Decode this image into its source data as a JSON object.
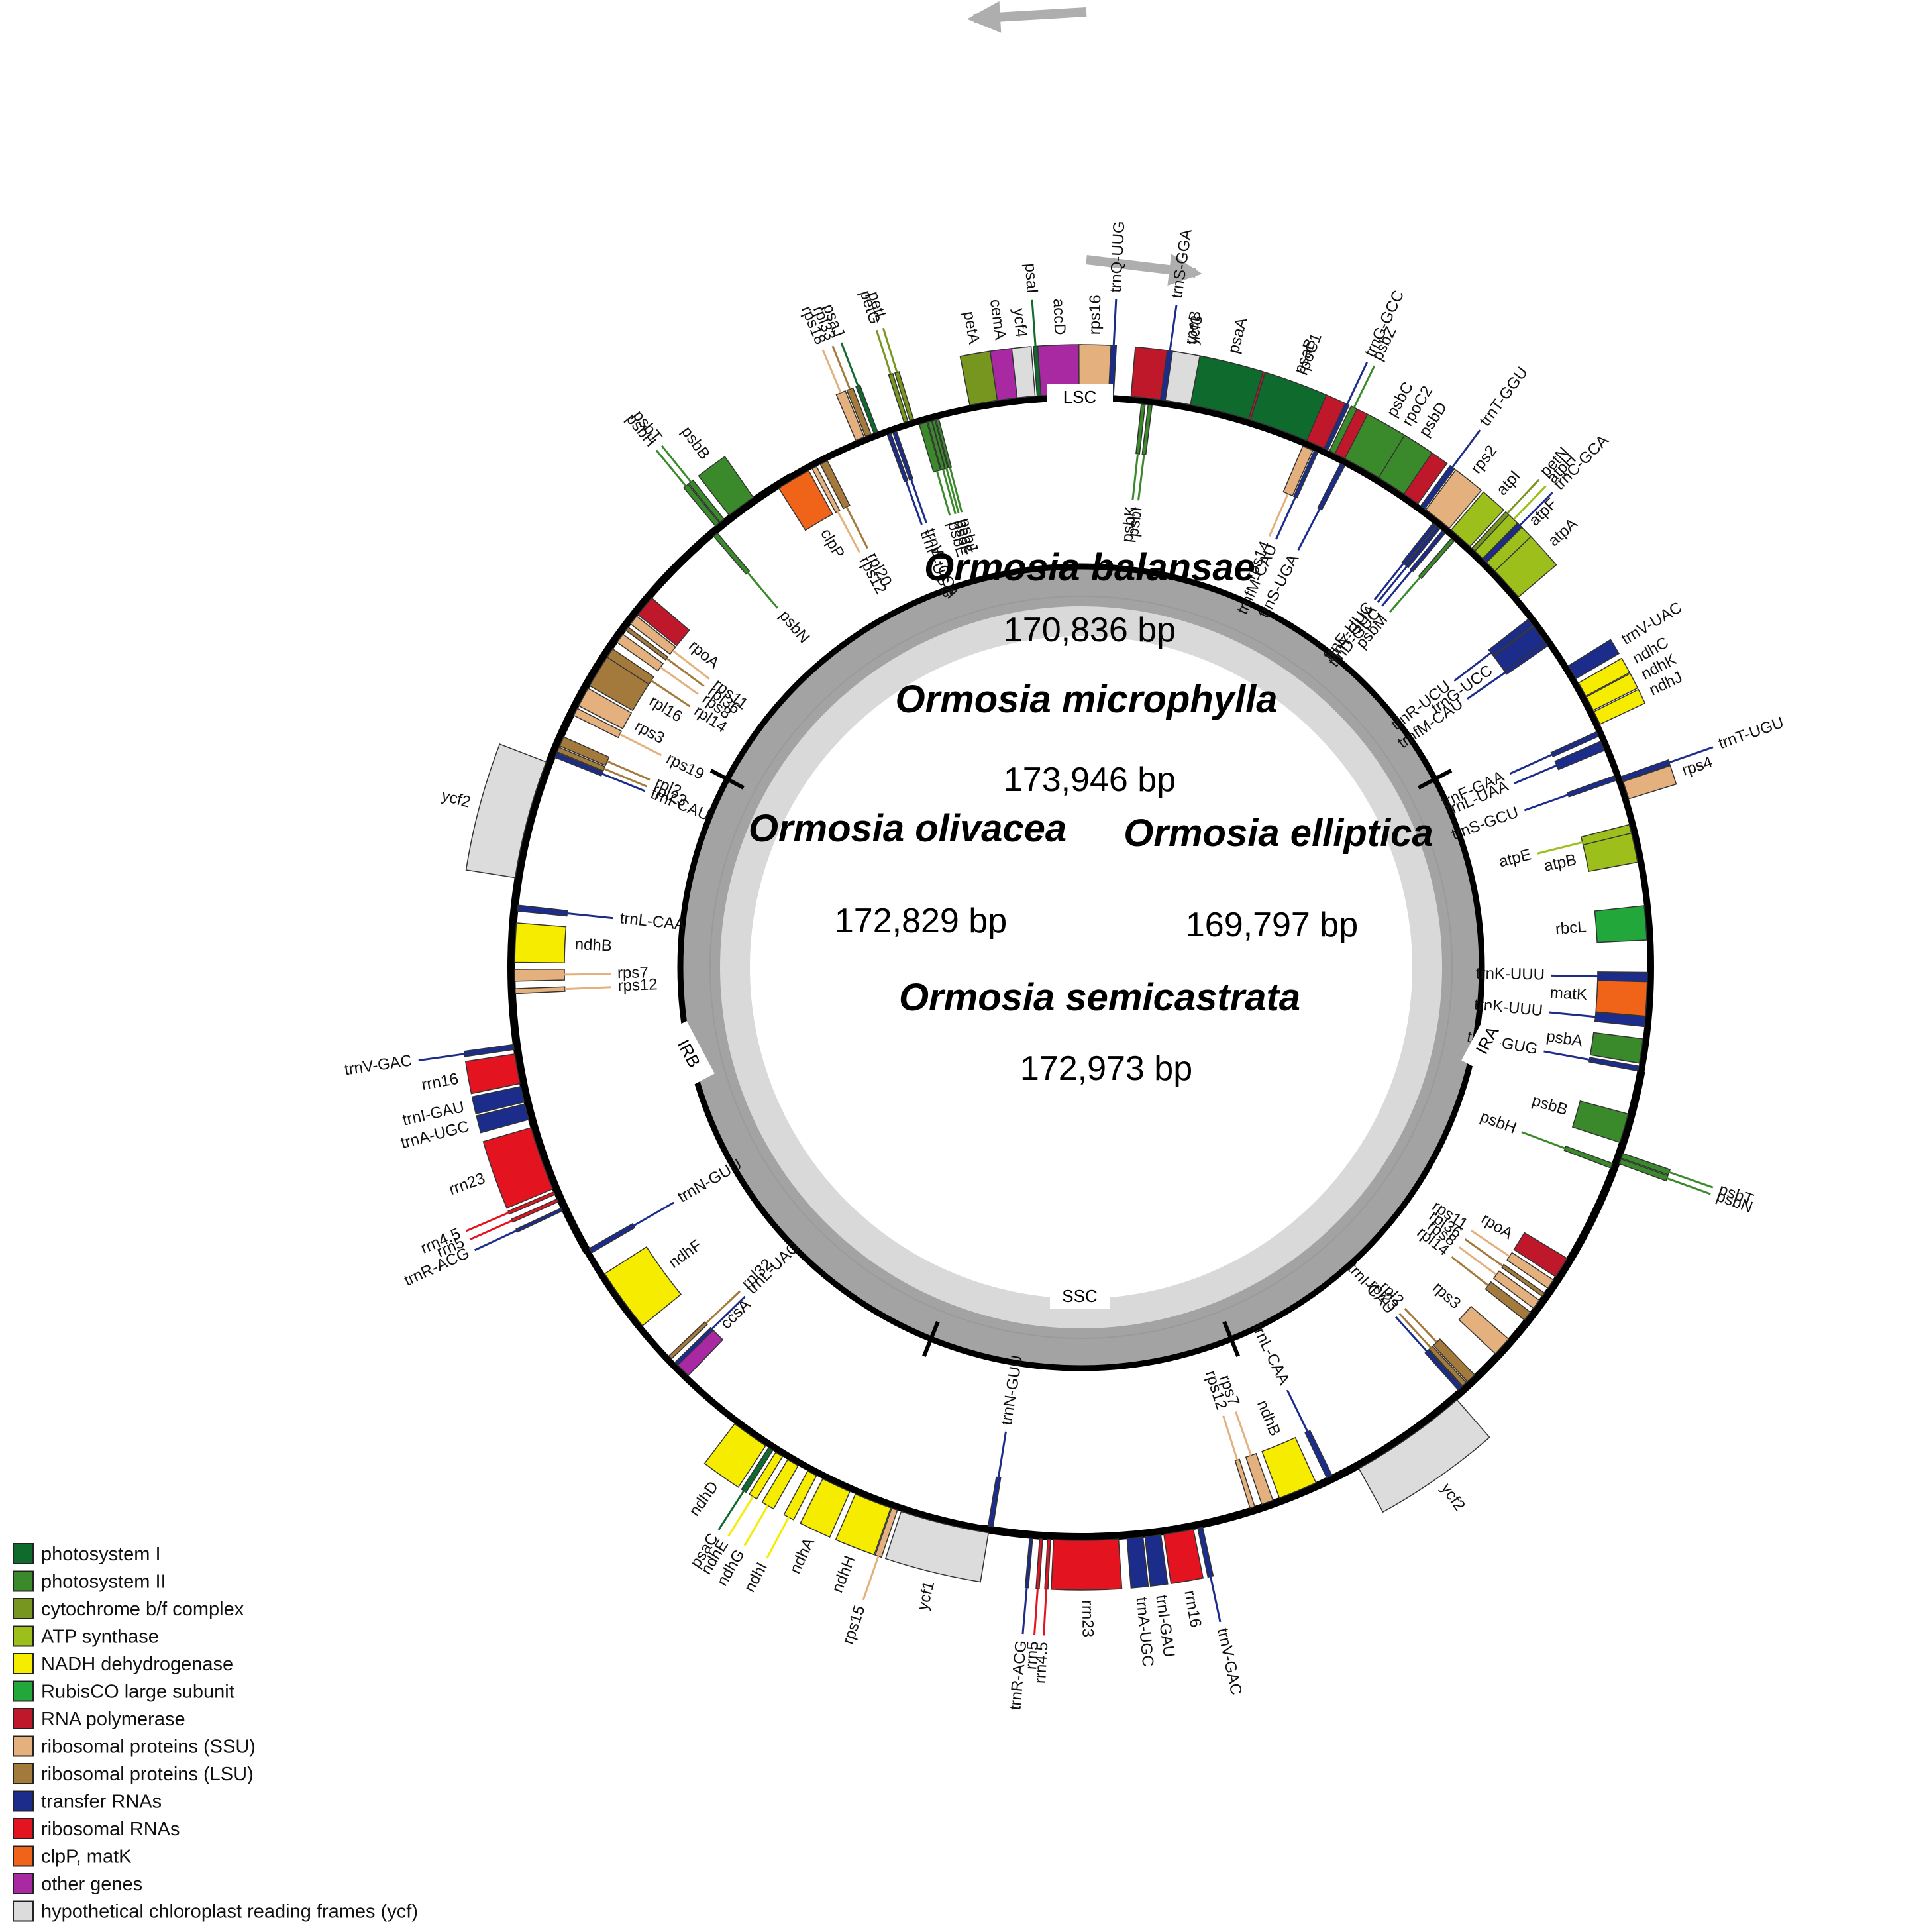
{
  "genomes": [
    {
      "species": "Ormosia balansae",
      "length": "170,836 bp"
    },
    {
      "species": "Ormosia microphylla",
      "length": "173,946 bp"
    },
    {
      "species": "Ormosia olivacea",
      "length": "172,829 bp"
    },
    {
      "species": "Ormosia elliptica",
      "length": "169,797 bp"
    },
    {
      "species": "Ormosia semicastrata",
      "length": "172,973 bp"
    }
  ],
  "regions": [
    "LSC",
    "IRA",
    "SSC",
    "IRB"
  ],
  "categories": {
    "ps1": {
      "label": "photosystem I",
      "color": "#0f6b2d"
    },
    "ps2": {
      "label": "photosystem II",
      "color": "#3a8a2c"
    },
    "cyt": {
      "label": "cytochrome b/f complex",
      "color": "#76961f"
    },
    "atp": {
      "label": "ATP synthase",
      "color": "#9cbf1c"
    },
    "ndh": {
      "label": "NADH dehydrogenase",
      "color": "#f6ec00"
    },
    "rbc": {
      "label": "RubisCO large subunit",
      "color": "#22a83a"
    },
    "rpo": {
      "label": "RNA polymerase",
      "color": "#c0182b"
    },
    "ssu": {
      "label": "ribosomal proteins (SSU)",
      "color": "#e3b07e"
    },
    "lsu": {
      "label": "ribosomal proteins (LSU)",
      "color": "#a47a3c"
    },
    "trna": {
      "label": "transfer RNAs",
      "color": "#1b2c8a"
    },
    "rrna": {
      "label": "ribosomal RNAs",
      "color": "#e3141f"
    },
    "clp": {
      "label": "clpP, matK",
      "color": "#f0641a"
    },
    "oth": {
      "label": "other genes",
      "color": "#a929a3"
    },
    "ycf": {
      "label": "hypothetical chloroplast reading frames (ycf)",
      "color": "#dcdcdc"
    }
  },
  "legend_order": [
    "ps1",
    "ps2",
    "cyt",
    "atp",
    "ndh",
    "rbc",
    "rpo",
    "ssu",
    "lsu",
    "trna",
    "rrna",
    "clp",
    "oth",
    "ycf"
  ],
  "genes": [
    {
      "name": "rpoB",
      "cat": "rpo",
      "a": 10,
      "w": 10.0,
      "out": true
    },
    {
      "name": "rpoC1",
      "cat": "rpo",
      "a": 20.5,
      "w": 10.0,
      "out": true
    },
    {
      "name": "rpoC2",
      "cat": "rpo",
      "a": 31,
      "w": 10.0,
      "out": true
    },
    {
      "name": "rps2",
      "cat": "ssu",
      "a": 38.5,
      "w": 3.0,
      "out": true
    },
    {
      "name": "atpI",
      "cat": "atp",
      "a": 41.5,
      "w": 2.5,
      "out": true
    },
    {
      "name": "atpH",
      "cat": "atp",
      "a": 44,
      "w": 1.2,
      "out": true
    },
    {
      "name": "atpF",
      "cat": "atp",
      "a": 45.5,
      "w": 2.0,
      "out": true
    },
    {
      "name": "atpA",
      "cat": "atp",
      "a": 48,
      "w": 3.5,
      "out": true
    },
    {
      "name": "trnR-UCU",
      "cat": "trna",
      "a": 52.5,
      "w": 0.8,
      "out": false
    },
    {
      "name": "trnG-UCC",
      "cat": "trna",
      "a": 54,
      "w": 2.0,
      "out": false
    },
    {
      "name": "trnfM-CAU",
      "cat": "trna",
      "a": 55.2,
      "w": 0.5,
      "out": false
    },
    {
      "name": "trnV-UAC",
      "cat": "trna",
      "a": 59,
      "w": 1.5,
      "out": true
    },
    {
      "name": "ndhC",
      "cat": "ndh",
      "a": 61,
      "w": 1.5,
      "out": true
    },
    {
      "name": "ndhK",
      "cat": "ndh",
      "a": 62.6,
      "w": 1.5,
      "out": true
    },
    {
      "name": "ndhJ",
      "cat": "ndh",
      "a": 64.2,
      "w": 1.4,
      "out": true
    },
    {
      "name": "trnF-GAA",
      "cat": "trna",
      "a": 65.7,
      "w": 0.5,
      "out": false
    },
    {
      "name": "trnL-UAA",
      "cat": "trna",
      "a": 67,
      "w": 1.0,
      "out": false
    },
    {
      "name": "trnS-GCU",
      "cat": "trna",
      "a": 70.5,
      "w": 0.5,
      "out": false
    },
    {
      "name": "trnT-UGU",
      "cat": "trna",
      "a": 70.8,
      "w": 0.5,
      "out": true
    },
    {
      "name": "rps4",
      "cat": "ssu",
      "a": 72,
      "w": 1.8,
      "out": true
    },
    {
      "name": "atpE",
      "cat": "atp",
      "a": 76,
      "w": 1.2,
      "out": false
    },
    {
      "name": "atpB",
      "cat": "atp",
      "a": 77.8,
      "w": 3.0,
      "out": false
    },
    {
      "name": "rbcL",
      "cat": "rbc",
      "a": 85.5,
      "w": 3.5,
      "out": false
    },
    {
      "name": "trnK-UUU",
      "cat": "trna",
      "a": 91,
      "w": 1.0,
      "out": false
    },
    {
      "name": "matK",
      "cat": "clp",
      "a": 93.2,
      "w": 3.5,
      "out": false
    },
    {
      "name": "trnK-UUU",
      "cat": "trna",
      "a": 95.5,
      "w": 1.0,
      "out": false
    },
    {
      "name": "psbA",
      "cat": "ps2",
      "a": 98.5,
      "w": 2.5,
      "out": false
    },
    {
      "name": "trnH-GUG",
      "cat": "trna",
      "a": 100.3,
      "w": 0.5,
      "out": false
    },
    {
      "name": "psbB",
      "cat": "ps2",
      "a": 106.5,
      "w": 3.0,
      "out": false
    },
    {
      "name": "psbT",
      "cat": "ps2",
      "a": 109.2,
      "w": 0.5,
      "out": true
    },
    {
      "name": "psbN",
      "cat": "ps2",
      "a": 109.8,
      "w": 0.5,
      "out": true
    },
    {
      "name": "psbH",
      "cat": "ps2",
      "a": 110.5,
      "w": 0.5,
      "out": false
    },
    {
      "name": "rpoA",
      "cat": "rpo",
      "a": 122,
      "w": 2.2,
      "out": false
    },
    {
      "name": "rps11",
      "cat": "ssu",
      "a": 124,
      "w": 1.0,
      "out": false
    },
    {
      "name": "rpl36",
      "cat": "lsu",
      "a": 125.3,
      "w": 0.4,
      "out": false
    },
    {
      "name": "rps8",
      "cat": "ssu",
      "a": 126.5,
      "w": 1.0,
      "out": false
    },
    {
      "name": "rpl14",
      "cat": "lsu",
      "a": 128,
      "w": 1.0,
      "out": false
    },
    {
      "name": "rps3",
      "cat": "ssu",
      "a": 132,
      "w": 2.0,
      "out": false
    },
    {
      "name": "rpl2",
      "cat": "lsu",
      "a": 136.5,
      "w": 1.0,
      "out": false
    },
    {
      "name": "rpl23",
      "cat": "lsu",
      "a": 137.4,
      "w": 0.5,
      "out": false
    },
    {
      "name": "trnI-CAU",
      "cat": "trna",
      "a": 138,
      "w": 0.5,
      "out": false
    },
    {
      "name": "ycf2",
      "cat": "ycf",
      "a": 145,
      "w": 12,
      "out": true
    },
    {
      "name": "trnL-CAA",
      "cat": "trna",
      "a": 154,
      "w": 0.6,
      "out": false
    },
    {
      "name": "ndhB",
      "cat": "ndh",
      "a": 157.5,
      "w": 4.0,
      "out": false
    },
    {
      "name": "rps7",
      "cat": "ssu",
      "a": 160.8,
      "w": 1.2,
      "out": false
    },
    {
      "name": "rps12",
      "cat": "ssu",
      "a": 162.4,
      "w": 0.5,
      "out": false
    },
    {
      "name": "trnV-GAC",
      "cat": "trna",
      "a": 168,
      "w": 0.5,
      "out": true
    },
    {
      "name": "rrn16",
      "cat": "rrna",
      "a": 170.2,
      "w": 3.0,
      "out": true
    },
    {
      "name": "trnI-GAU",
      "cat": "trna",
      "a": 172.8,
      "w": 1.6,
      "out": true
    },
    {
      "name": "trnA-UGC",
      "cat": "trna",
      "a": 174.6,
      "w": 1.6,
      "out": true
    },
    {
      "name": "rrn23",
      "cat": "rrna",
      "a": 179.5,
      "w": 6.5,
      "out": true
    },
    {
      "name": "rrn4.5",
      "cat": "rrna",
      "a": 183.2,
      "w": 0.3,
      "out": true
    },
    {
      "name": "rrn5",
      "cat": "rrna",
      "a": 184,
      "w": 0.3,
      "out": true
    },
    {
      "name": "trnR-ACG",
      "cat": "trna",
      "a": 185,
      "w": 0.3,
      "out": true
    },
    {
      "name": "trnN-GUU",
      "cat": "trna",
      "a": 189.2,
      "w": 0.5,
      "out": false
    },
    {
      "name": "ycf1",
      "cat": "ycf",
      "a": 193.8,
      "w": 9.0,
      "out": true
    },
    {
      "name": "rps15",
      "cat": "ssu",
      "a": 199,
      "w": 0.6,
      "out": true
    },
    {
      "name": "ndhH",
      "cat": "ndh",
      "a": 201.3,
      "w": 3.8,
      "out": true
    },
    {
      "name": "ndhA",
      "cat": "ndh",
      "a": 205.3,
      "w": 3.0,
      "out": true
    },
    {
      "name": "ndhI",
      "cat": "ndh",
      "a": 208,
      "w": 1.0,
      "out": true
    },
    {
      "name": "ndhG",
      "cat": "ndh",
      "a": 210.2,
      "w": 1.2,
      "out": true
    },
    {
      "name": "ndhE",
      "cat": "ndh",
      "a": 211.8,
      "w": 0.8,
      "out": true
    },
    {
      "name": "psaC",
      "cat": "ps1",
      "a": 212.8,
      "w": 0.5,
      "out": true
    },
    {
      "name": "ndhD",
      "cat": "ndh",
      "a": 215.3,
      "w": 3.8,
      "out": true
    },
    {
      "name": "ccsA",
      "cat": "oth",
      "a": 224.8,
      "w": 1.8,
      "out": false
    },
    {
      "name": "trnL-UAG",
      "cat": "trna",
      "a": 225.6,
      "w": 0.4,
      "out": false
    },
    {
      "name": "rpl32",
      "cat": "lsu",
      "a": 226.5,
      "w": 0.4,
      "out": false
    },
    {
      "name": "ndhF",
      "cat": "ndh",
      "a": 234,
      "w": 6.5,
      "out": false
    },
    {
      "name": "trnN-GUU",
      "cat": "trna",
      "a": 240,
      "w": 0.5,
      "out": false
    },
    {
      "name": "trnR-ACG",
      "cat": "trna",
      "a": 245,
      "w": 0.3,
      "out": true
    },
    {
      "name": "rrn5",
      "cat": "rrna",
      "a": 246,
      "w": 0.3,
      "out": true
    },
    {
      "name": "rrn4.5",
      "cat": "rrna",
      "a": 246.8,
      "w": 0.3,
      "out": true
    },
    {
      "name": "rrn23",
      "cat": "rrna",
      "a": 250.5,
      "w": 6.5,
      "out": true
    },
    {
      "name": "trnA-UGC",
      "cat": "trna",
      "a": 255.4,
      "w": 1.6,
      "out": true
    },
    {
      "name": "trnI-GAU",
      "cat": "trna",
      "a": 257.2,
      "w": 1.6,
      "out": true
    },
    {
      "name": "rrn16",
      "cat": "rrna",
      "a": 259.8,
      "w": 3.0,
      "out": true
    },
    {
      "name": "trnV-GAC",
      "cat": "trna",
      "a": 262,
      "w": 0.5,
      "out": true
    },
    {
      "name": "rps12",
      "cat": "ssu",
      "a": 267.6,
      "w": 0.5,
      "out": false
    },
    {
      "name": "rps7",
      "cat": "ssu",
      "a": 269.2,
      "w": 1.2,
      "out": false
    },
    {
      "name": "ndhB",
      "cat": "ndh",
      "a": 272.5,
      "w": 4.0,
      "out": false
    },
    {
      "name": "trnL-CAA",
      "cat": "trna",
      "a": 276,
      "w": 0.6,
      "out": false
    },
    {
      "name": "ycf2",
      "cat": "ycf",
      "a": 285,
      "w": 12,
      "out": true
    },
    {
      "name": "trnI-CAU",
      "cat": "trna",
      "a": 292,
      "w": 0.5,
      "out": false
    },
    {
      "name": "rpl23",
      "cat": "lsu",
      "a": 292.6,
      "w": 0.5,
      "out": false
    },
    {
      "name": "rpl2",
      "cat": "lsu",
      "a": 293.5,
      "w": 1.0,
      "out": false
    },
    {
      "name": "rps19",
      "cat": "ssu",
      "a": 296.8,
      "w": 0.8,
      "out": false
    },
    {
      "name": "rps3",
      "cat": "ssu",
      "a": 298.5,
      "w": 2.0,
      "out": false
    },
    {
      "name": "rpl16",
      "cat": "lsu",
      "a": 301.8,
      "w": 4.0,
      "out": false
    },
    {
      "name": "rpl14",
      "cat": "lsu",
      "a": 303.7,
      "w": 1.0,
      "out": false
    },
    {
      "name": "rps8",
      "cat": "ssu",
      "a": 305.5,
      "w": 1.0,
      "out": false
    },
    {
      "name": "rpl36",
      "cat": "lsu",
      "a": 306.7,
      "w": 0.4,
      "out": false
    },
    {
      "name": "rps11",
      "cat": "ssu",
      "a": 307.8,
      "w": 1.0,
      "out": false
    },
    {
      "name": "rpoA",
      "cat": "rpo",
      "a": 309.6,
      "w": 2.2,
      "out": false
    },
    {
      "name": "psbN",
      "cat": "ps2",
      "a": 319.8,
      "w": 0.5,
      "out": false
    },
    {
      "name": "psbH",
      "cat": "ps2",
      "a": 320.6,
      "w": 0.5,
      "out": true
    },
    {
      "name": "psbT",
      "cat": "ps2",
      "a": 321.2,
      "w": 0.5,
      "out": true
    },
    {
      "name": "psbB",
      "cat": "ps2",
      "a": 323.6,
      "w": 3.0,
      "out": true
    },
    {
      "name": "clpP",
      "cat": "clp",
      "a": 329.5,
      "w": 3.5,
      "out": false
    },
    {
      "name": "rps12",
      "cat": "ssu",
      "a": 331.9,
      "w": 0.5,
      "out": false
    },
    {
      "name": "rpl20",
      "cat": "lsu",
      "a": 333,
      "w": 0.8,
      "out": false
    },
    {
      "name": "rps18",
      "cat": "ssu",
      "a": 337.3,
      "w": 0.9,
      "out": true
    },
    {
      "name": "rpl33",
      "cat": "lsu",
      "a": 338.2,
      "w": 0.6,
      "out": true
    },
    {
      "name": "psaJ",
      "cat": "ps1",
      "a": 339,
      "w": 0.4,
      "out": true
    },
    {
      "name": "trnP-UGG",
      "cat": "trna",
      "a": 340.2,
      "w": 0.4,
      "out": false
    },
    {
      "name": "trnW-CCA",
      "cat": "trna",
      "a": 340.8,
      "w": 0.4,
      "out": false
    },
    {
      "name": "petG",
      "cat": "cyt",
      "a": 342.2,
      "w": 0.4,
      "out": true
    },
    {
      "name": "petL",
      "cat": "cyt",
      "a": 342.8,
      "w": 0.4,
      "out": true
    },
    {
      "name": "psbE",
      "cat": "ps2",
      "a": 343.8,
      "w": 0.8,
      "out": false
    },
    {
      "name": "psbF",
      "cat": "ps2",
      "a": 344.5,
      "w": 0.4,
      "out": false
    },
    {
      "name": "psbL",
      "cat": "ps2",
      "a": 344.9,
      "w": 0.3,
      "out": false
    },
    {
      "name": "psbJ",
      "cat": "ps2",
      "a": 345.3,
      "w": 0.3,
      "out": false
    },
    {
      "name": "petA",
      "cat": "cyt",
      "a": 350.2,
      "w": 2.8,
      "out": true
    },
    {
      "name": "cemA",
      "cat": "oth",
      "a": 352.6,
      "w": 2.0,
      "out": true
    },
    {
      "name": "ycf4",
      "cat": "ycf",
      "a": 354.5,
      "w": 1.8,
      "out": true
    },
    {
      "name": "psaI",
      "cat": "ps1",
      "a": 355.8,
      "w": 0.4,
      "out": true
    },
    {
      "name": "accD",
      "cat": "oth",
      "a": 358,
      "w": 4.0,
      "out": true
    },
    {
      "name": "rps16",
      "cat": "ssu",
      "a": 1.3,
      "w": 3.0,
      "out": true
    },
    {
      "name": "trnQ-UUG",
      "cat": "trna",
      "a": 3,
      "w": 0.5,
      "out": true
    },
    {
      "name": "psbK",
      "cat": "ps2",
      "a": 6.3,
      "w": 0.4,
      "out": false
    },
    {
      "name": "psbI",
      "cat": "ps2",
      "a": 7.0,
      "w": 0.4,
      "out": false
    },
    {
      "name": "trnS-GGA",
      "cat": "trna",
      "a": 8.2,
      "w": 0.5,
      "out": true
    },
    {
      "name": "ycf3",
      "cat": "ycf",
      "a": 10.2,
      "w": 3.5,
      "out": true
    },
    {
      "name": "psaA",
      "cat": "ps1",
      "a": 14,
      "w": 6.0,
      "out": true
    },
    {
      "name": "psaB",
      "cat": "ps1",
      "a": 20.2,
      "w": 6.0,
      "out": true
    },
    {
      "name": "rps14",
      "cat": "ssu",
      "a": 23.6,
      "w": 1.1,
      "out": false
    },
    {
      "name": "trnfM-CAU",
      "cat": "trna",
      "a": 24.5,
      "w": 0.4,
      "out": false
    },
    {
      "name": "trnG-GCC",
      "cat": "trna",
      "a": 25.3,
      "w": 0.4,
      "out": true
    },
    {
      "name": "psbZ",
      "cat": "ps2",
      "a": 26,
      "w": 0.6,
      "out": true
    },
    {
      "name": "trnS-UGA",
      "cat": "trna",
      "a": 27.5,
      "w": 0.5,
      "out": false
    },
    {
      "name": "psbC",
      "cat": "ps2",
      "a": 29.4,
      "w": 4.0,
      "out": true
    },
    {
      "name": "psbD",
      "cat": "ps2",
      "a": 32.8,
      "w": 3.0,
      "out": true
    },
    {
      "name": "trnT-GGU",
      "cat": "trna",
      "a": 36.6,
      "w": 0.5,
      "out": true
    },
    {
      "name": "trnE-UUC",
      "cat": "trna",
      "a": 38.6,
      "w": 0.4,
      "out": false
    },
    {
      "name": "trnY-GUA",
      "cat": "trna",
      "a": 39.1,
      "w": 0.4,
      "out": false
    },
    {
      "name": "trnD-GUC",
      "cat": "trna",
      "a": 39.8,
      "w": 0.4,
      "out": false
    },
    {
      "name": "psbM",
      "cat": "ps2",
      "a": 41,
      "w": 0.4,
      "out": false
    },
    {
      "name": "petN",
      "cat": "cyt",
      "a": 43.2,
      "w": 0.4,
      "out": true
    },
    {
      "name": "trnC-GCA",
      "cat": "trna",
      "a": 44.8,
      "w": 0.5,
      "out": true
    }
  ]
}
